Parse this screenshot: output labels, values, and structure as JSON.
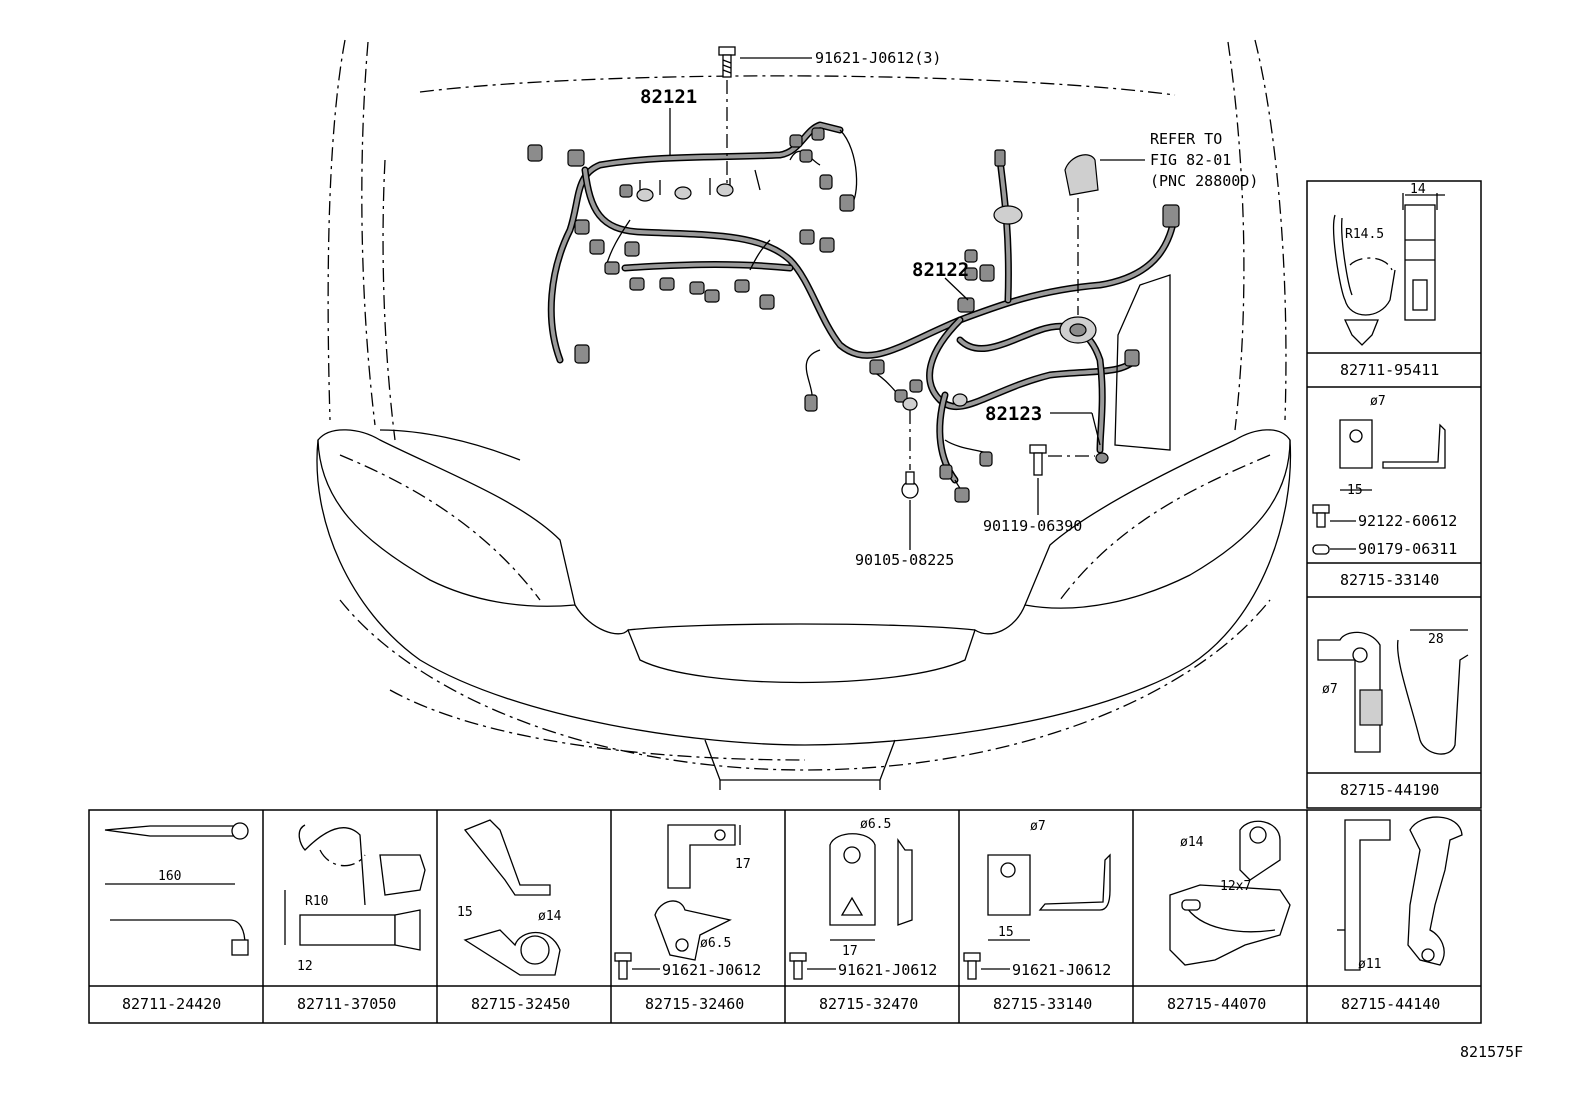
{
  "main": {
    "labels": {
      "p82121": "82121",
      "p82122": "82122",
      "p82123": "82123",
      "bolt_top": "91621-J0612(3)",
      "bolt_right": "90119-06390",
      "bolt_mid": "90105-08225",
      "refer_line1": "REFER TO",
      "refer_line2": "FIG 82-01",
      "refer_line3": "(PNC 28800D)"
    }
  },
  "right_panels": [
    {
      "part": "82711-95411",
      "dims": [
        "14",
        "R14.5"
      ]
    },
    {
      "part": "82715-33140",
      "dims": [
        "ø7",
        "15"
      ],
      "bolts": [
        "92122-60612",
        "90179-06311"
      ]
    },
    {
      "part": "82715-44190",
      "dims": [
        "28",
        "ø7"
      ]
    }
  ],
  "bottom_panels": [
    {
      "part": "82711-24420",
      "dims": [
        "160"
      ]
    },
    {
      "part": "82711-37050",
      "dims": [
        "R10",
        "12"
      ]
    },
    {
      "part": "82715-32450",
      "dims": [
        "15",
        "ø14"
      ]
    },
    {
      "part": "82715-32460",
      "dims": [
        "17",
        "ø6.5"
      ],
      "bolt": "91621-J0612"
    },
    {
      "part": "82715-32470",
      "dims": [
        "ø6.5",
        "17"
      ],
      "bolt": "91621-J0612"
    },
    {
      "part": "82715-33140",
      "dims": [
        "ø7",
        "15"
      ],
      "bolt": "91621-J0612"
    },
    {
      "part": "82715-44070",
      "dims": [
        "ø14",
        "12x7"
      ]
    },
    {
      "part": "82715-44140",
      "dims": [
        "ø11"
      ]
    }
  ],
  "figure_id": "821575F"
}
